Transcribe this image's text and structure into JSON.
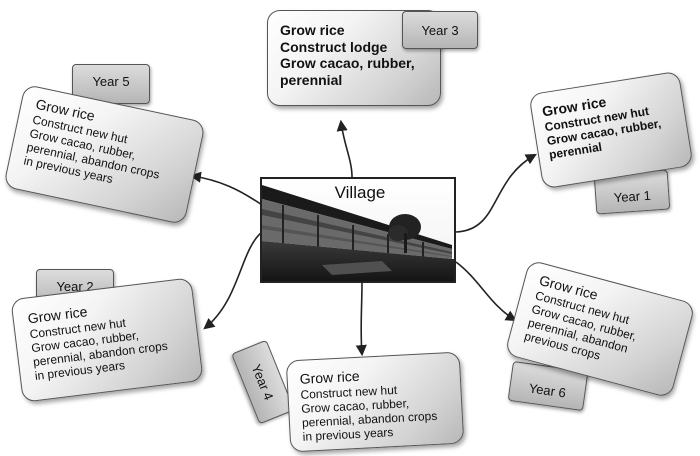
{
  "village": {
    "label": "Village"
  },
  "year3": {
    "tag": "Year 3",
    "lines": [
      "Grow rice",
      "Construct lodge",
      "Grow cacao, rubber,",
      "perennial"
    ]
  },
  "year1": {
    "tag": "Year 1",
    "lines": [
      "Grow rice",
      "Construct new hut",
      "Grow cacao, rubber,",
      "perennial"
    ]
  },
  "year5": {
    "tag": "Year 5",
    "lines": [
      "Grow rice",
      "Construct new hut",
      "Grow cacao, rubber,",
      "perennial, abandon crops",
      "in previous years"
    ]
  },
  "year2": {
    "tag": "Year 2",
    "lines": [
      "Grow rice",
      "Construct new hut",
      "Grow cacao, rubber,",
      "perennial, abandon crops",
      "in previous years"
    ]
  },
  "year4": {
    "tag": "Year 4",
    "lines": [
      "Grow rice",
      "Construct new hut",
      "Grow cacao, rubber,",
      "perennial, abandon crops",
      "in previous years"
    ]
  },
  "year6": {
    "tag": "Year 6",
    "lines": [
      "Grow rice",
      "Construct new hut",
      "Grow cacao, rubber,",
      "perennial, abandon",
      "previous crops"
    ]
  }
}
